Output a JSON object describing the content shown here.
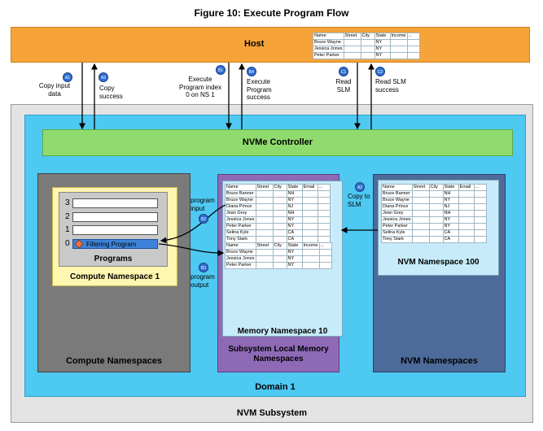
{
  "title": "Figure 10: Execute Program Flow",
  "host": {
    "label": "Host",
    "table": {
      "headers": [
        "Name",
        "Street",
        "City",
        "State",
        "Income",
        "..."
      ],
      "rows": [
        [
          "Bruce Wayne",
          "",
          "",
          "NY",
          "",
          ""
        ],
        [
          "Jessica Jones",
          "",
          "",
          "NY",
          "",
          ""
        ],
        [
          "Peter Parker",
          "",
          "",
          "NY",
          "",
          ""
        ]
      ]
    }
  },
  "steps": {
    "a1": {
      "badge": "A1",
      "label_line1": "Copy input",
      "label_line2": "data"
    },
    "a3": {
      "badge": "A3",
      "label_line1": "Copy",
      "label_line2": "success"
    },
    "b1": {
      "badge": "B1",
      "label_line1": "Execute",
      "label_line2": "Program index",
      "label_line3": "0 on NS 1"
    },
    "b4": {
      "badge": "B4",
      "label_line1": "Execute",
      "label_line2": "Program",
      "label_line3": "success"
    },
    "c1": {
      "badge": "C1",
      "label_line1": "Read",
      "label_line2": "SLM"
    },
    "c2": {
      "badge": "C2",
      "label_line1": "Read SLM",
      "label_line2": "success"
    },
    "a2": {
      "badge": "A2",
      "label_line1": "Copy to",
      "label_line2": "SLM"
    },
    "b2": {
      "badge": "B2",
      "label_line1": "program",
      "label_line2": "input"
    },
    "b3": {
      "badge": "B3",
      "label_line1": "program",
      "label_line2": "output"
    }
  },
  "nvme_controller": "NVMe Controller",
  "compute": {
    "namespace_label": "Compute Namespace 1",
    "programs_label": "Programs",
    "slots": [
      "3",
      "2",
      "1",
      "0"
    ],
    "filter_program": "Filtering Program",
    "group_label": "Compute Namespaces"
  },
  "slm": {
    "namespace_label": "Memory Namespace 10",
    "group_label_line1": "Subsystem Local Memory",
    "group_label_line2": "Namespaces",
    "input_table": {
      "headers": [
        "Name",
        "Street",
        "City",
        "State",
        "Email",
        "..."
      ],
      "rows": [
        [
          "Bruce Banner",
          "",
          "",
          "NH",
          "",
          ""
        ],
        [
          "Bruce Wayne",
          "",
          "",
          "NY",
          "",
          ""
        ],
        [
          "Diana Prince",
          "",
          "",
          "NJ",
          "",
          ""
        ],
        [
          "Jean Grey",
          "",
          "",
          "NH",
          "",
          ""
        ],
        [
          "Jessica Jones",
          "",
          "",
          "NY",
          "",
          ""
        ],
        [
          "Peter Parker",
          "",
          "",
          "NY",
          "",
          ""
        ],
        [
          "Selina Kyle",
          "",
          "",
          "CA",
          "",
          ""
        ],
        [
          "Tony Stark",
          "",
          "",
          "CA",
          "",
          ""
        ]
      ]
    },
    "output_table": {
      "headers": [
        "Name",
        "Street",
        "City",
        "State",
        "Income",
        "..."
      ],
      "rows": [
        [
          "Bruce Wayne",
          "",
          "",
          "NY",
          "",
          ""
        ],
        [
          "Jessica Jones",
          "",
          "",
          "NY",
          "",
          ""
        ],
        [
          "Peter Parker",
          "",
          "",
          "NY",
          "",
          ""
        ]
      ]
    }
  },
  "nvm": {
    "namespace_label": "NVM Namespace 100",
    "group_label": "NVM Namespaces",
    "table": {
      "headers": [
        "Name",
        "Street",
        "City",
        "State",
        "Email",
        "..."
      ],
      "rows": [
        [
          "Bruce Banner",
          "",
          "",
          "NH",
          "",
          ""
        ],
        [
          "Bruce Wayne",
          "",
          "",
          "NY",
          "",
          ""
        ],
        [
          "Diana Prince",
          "",
          "",
          "NJ",
          "",
          ""
        ],
        [
          "Jean Grey",
          "",
          "",
          "NH",
          "",
          ""
        ],
        [
          "Jessica Jones",
          "",
          "",
          "NY",
          "",
          ""
        ],
        [
          "Peter Parker",
          "",
          "",
          "NY",
          "",
          ""
        ],
        [
          "Selina Kyle",
          "",
          "",
          "CA",
          "",
          ""
        ],
        [
          "Tony Stark",
          "",
          "",
          "CA",
          "",
          ""
        ]
      ]
    }
  },
  "domain_label": "Domain 1",
  "subsystem_label": "NVM Subsystem",
  "colors": {
    "host": "#f6a33a",
    "domain": "#4ec9f2",
    "nvme_controller": "#8fdb6e",
    "compute_group": "#7a7a7a",
    "compute_namespace": "#fff6b0",
    "slm_group": "#8e6ab6",
    "nvm_group": "#4d6b9a",
    "badge": "#2f6fd0"
  }
}
